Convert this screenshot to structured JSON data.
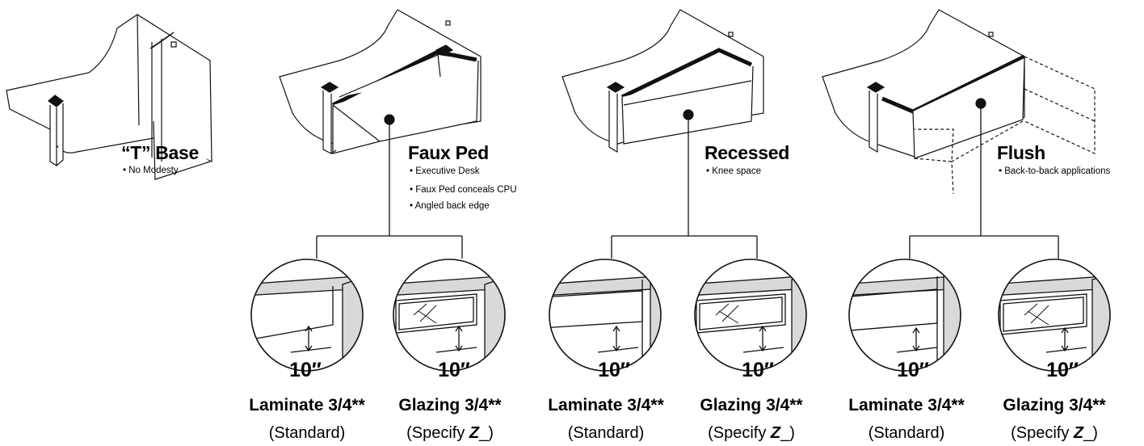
{
  "bases": [
    {
      "title": "“T” Base",
      "bullets": [
        "• No Modesty"
      ]
    },
    {
      "title": "Faux Ped",
      "bullets": [
        "• Executive Desk",
        "• Faux Ped conceals CPU",
        "• Angled back edge"
      ]
    },
    {
      "title": "Recessed",
      "bullets": [
        "• Knee space"
      ]
    },
    {
      "title": "Flush",
      "bullets": [
        "• Back-to-back applications"
      ]
    }
  ],
  "options": [
    {
      "name": "Laminate 3/4**",
      "note": "(Standard)",
      "dimension": "10″"
    },
    {
      "name": "Glazing 3/4**",
      "note_prefix": "(Specify ",
      "note_code": "Z",
      "note_suffix": "_)",
      "dimension": "10″"
    },
    {
      "name": "Laminate 3/4**",
      "note": "(Standard)",
      "dimension": "10″"
    },
    {
      "name": "Glazing 3/4**",
      "note_prefix": "(Specify ",
      "note_code": "Z",
      "note_suffix": "_)",
      "dimension": "10″"
    },
    {
      "name": "Laminate 3/4**",
      "note": "(Standard)",
      "dimension": "10″"
    },
    {
      "name": "Glazing 3/4**",
      "note_prefix": "(Specify ",
      "note_code": "Z",
      "note_suffix": "_)",
      "dimension": "10″"
    }
  ]
}
